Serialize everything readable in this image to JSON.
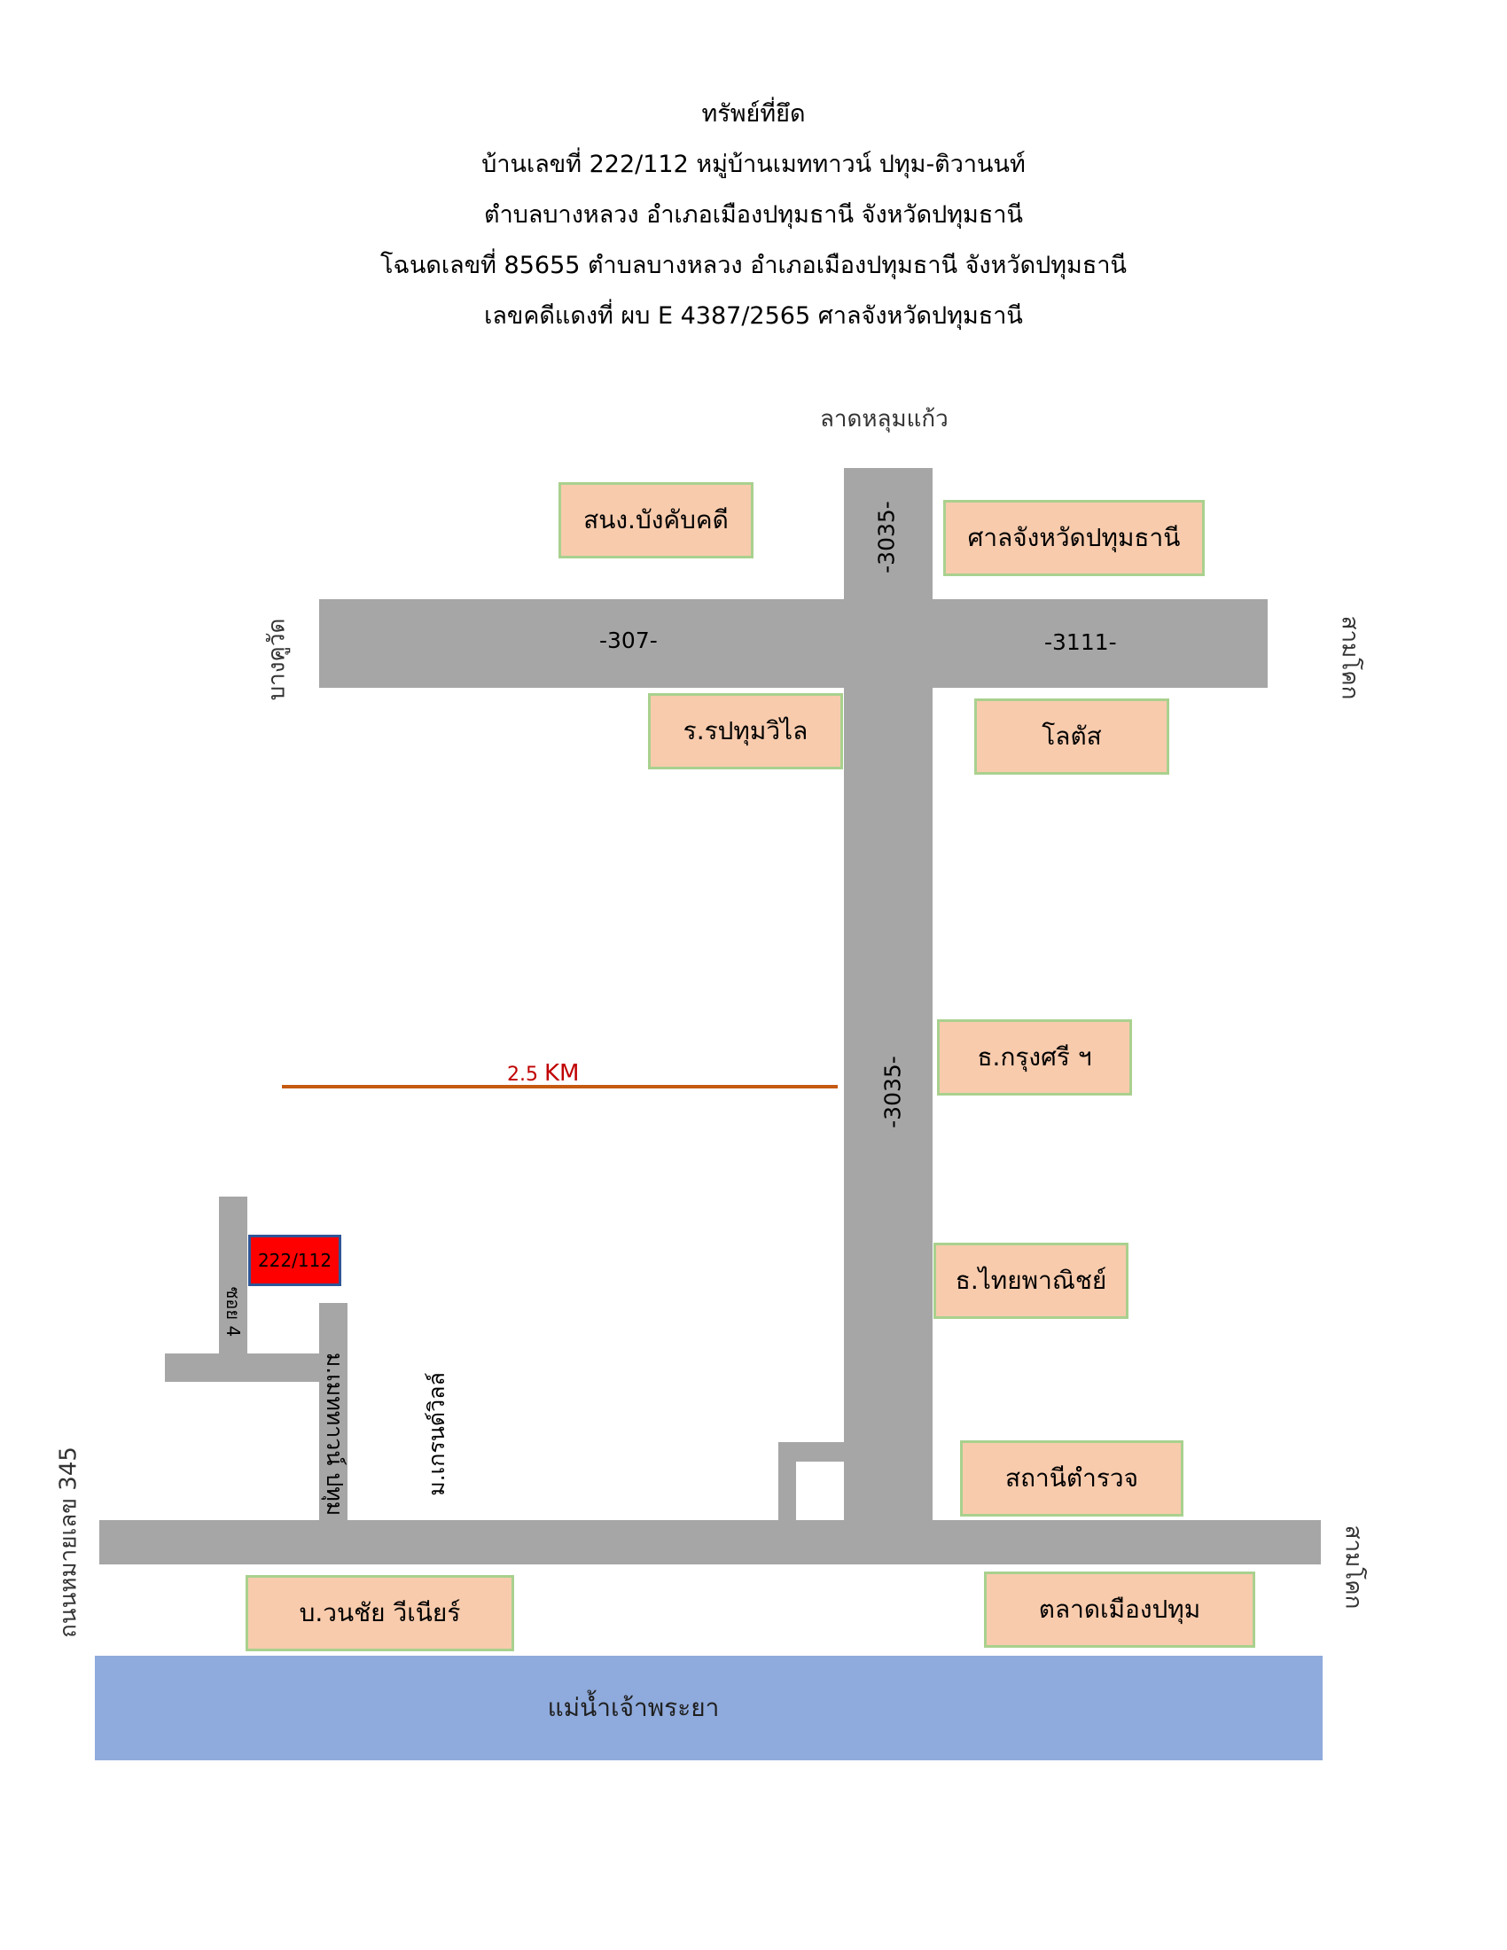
{
  "header": {
    "line1": "ทรัพย์ที่ยึด",
    "line2": "บ้านเลขที่  222/112 หมู่บ้านเมททาวน์ ปทุม-ติวานนท์",
    "line3": "ตำบลบางหลวง  อำเภอเมืองปทุมธานี จังหวัดปทุมธานี",
    "line4": "โฉนดเลขที่ 85655 ตำบลบางหลวง อำเภอเมืองปทุมธานี จังหวัดปทุมธานี",
    "line5": "เลขคดีแดงที่ ผบ E 4387/2565 ศาลจังหวัดปทุมธานี"
  },
  "directions": {
    "north": "ลาดหลุมแก้ว",
    "west": "บางคูวัด",
    "east_upper": "สามโคก",
    "east_lower": "สามโคก",
    "southwest": "ถนนหมายเลข 345"
  },
  "roads": {
    "main_north": "-3035-",
    "main_south": "-3035-",
    "west_road": "-307-",
    "east_road": "-3111-",
    "soi": "ซอย 4",
    "village_road": "ม.เมททาวน์ ปทุม",
    "kraisorn_road": "ม.เกรนด์วิลล์"
  },
  "places": {
    "enforcement_office": "สนง.บังคับคดี",
    "court": "ศาลจังหวัดปทุมธานี",
    "hospital": "ร.รปทุมวิไล",
    "lotus": "โลตัส",
    "krungsri": "ธ.กรุงศรี ฯ",
    "scb": "ธ.ไทยพาณิชย์",
    "police": "สถานีตำรวจ",
    "wanchai": "บ.วนชัย วีเนียร์",
    "market": "ตลาดเมืองปทุม"
  },
  "distance": {
    "value": "2.5",
    "unit": "KM"
  },
  "target": {
    "label": "222/112"
  },
  "river": {
    "label": "แม่น้ำเจ้าพระยา"
  },
  "colors": {
    "road": "#a6a6a6",
    "place_fill": "#f8cbad",
    "place_border": "#a9d18e",
    "river": "#8faadc",
    "target_fill": "#ff0000",
    "distance_line": "#c55a11"
  }
}
